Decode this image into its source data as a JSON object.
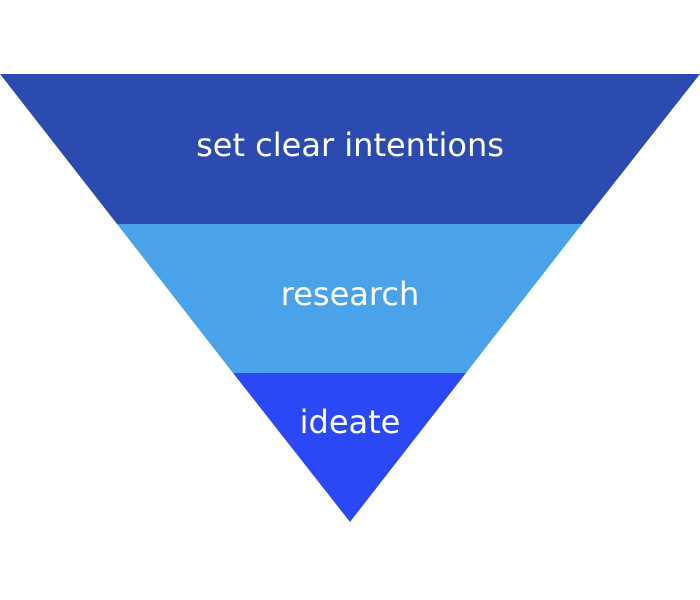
{
  "funnel": {
    "stages": [
      {
        "label": "set clear intentions",
        "color": "#2b4bb0"
      },
      {
        "label": "research",
        "color": "#4aa3e8"
      },
      {
        "label": "ideate",
        "color": "#2a48f5"
      }
    ]
  }
}
